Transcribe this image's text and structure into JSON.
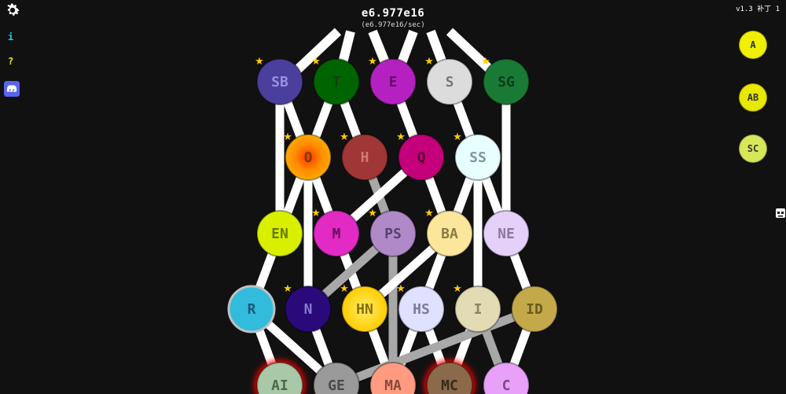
{
  "header": {
    "points": "e6.977e16",
    "per_second": "(e6.977e16/sec)"
  },
  "version": "v1.3 补丁 1",
  "sidebar": {
    "info": "i",
    "help": "?"
  },
  "side_buttons": [
    {
      "id": "A",
      "color": "#f0f000"
    },
    {
      "id": "AB",
      "color": "#e8e800"
    },
    {
      "id": "SC",
      "color": "#d6e85a"
    }
  ],
  "nodes": [
    {
      "id": "SB",
      "row": 0,
      "col": 0,
      "color": "#4b3f9e",
      "text": "#9b91e0",
      "star": true
    },
    {
      "id": "T",
      "row": 0,
      "col": 1,
      "color": "#006400",
      "text": "#1a3a1a",
      "star": true
    },
    {
      "id": "E",
      "row": 0,
      "col": 2,
      "color": "#b521c0",
      "text": "#6a0c70",
      "star": true
    },
    {
      "id": "S",
      "row": 0,
      "col": 3,
      "color": "#dcdcdc",
      "text": "#777777",
      "star": true
    },
    {
      "id": "SG",
      "row": 0,
      "col": 4,
      "color": "#197a36",
      "text": "#0a3a18",
      "star": true
    },
    {
      "id": "O",
      "row": 1,
      "col": 0,
      "color": "#ff8800",
      "text": "#7a3c00",
      "star": true,
      "glow": "radial"
    },
    {
      "id": "H",
      "row": 1,
      "col": 1,
      "color": "#a03636",
      "text": "#d07a7a",
      "star": true
    },
    {
      "id": "Q",
      "row": 1,
      "col": 2,
      "color": "#c4007a",
      "text": "#5a0038",
      "star": true
    },
    {
      "id": "SS",
      "row": 1,
      "col": 3,
      "color": "#e8ffff",
      "text": "#7a9a9a",
      "star": true
    },
    {
      "id": "EN",
      "row": 2,
      "col": 0,
      "color": "#d8f000",
      "text": "#6a7a00",
      "star": false
    },
    {
      "id": "M",
      "row": 2,
      "col": 1,
      "color": "#e22ac4",
      "text": "#6a0a5a",
      "star": true
    },
    {
      "id": "PS",
      "row": 2,
      "col": 2,
      "color": "#b08ac8",
      "text": "#5a4070",
      "star": true
    },
    {
      "id": "BA",
      "row": 2,
      "col": 3,
      "color": "#fbe69c",
      "text": "#8a7a40",
      "star": true
    },
    {
      "id": "NE",
      "row": 2,
      "col": 4,
      "color": "#e4d0f8",
      "text": "#8a7a9a",
      "star": false
    },
    {
      "id": "R",
      "row": 3,
      "col": 0,
      "color": "#33bbdd",
      "text": "#1a5a7a",
      "star": false,
      "border": "#c0c0c0"
    },
    {
      "id": "N",
      "row": 3,
      "col": 1,
      "color": "#2a0a7a",
      "text": "#8a7ad0",
      "star": true
    },
    {
      "id": "HN",
      "row": 3,
      "col": 2,
      "color": "#ffcc00",
      "text": "#8a6a00",
      "star": true,
      "glow": "radial-light"
    },
    {
      "id": "HS",
      "row": 3,
      "col": 3,
      "color": "#e0e0ff",
      "text": "#7a7a9a",
      "star": true
    },
    {
      "id": "I",
      "row": 3,
      "col": 4,
      "color": "#e2dbb4",
      "text": "#8a8460",
      "star": true
    },
    {
      "id": "ID",
      "row": 3,
      "col": 5,
      "color": "#c4a94a",
      "text": "#6a5a20",
      "star": false
    },
    {
      "id": "AI",
      "row": 4,
      "col": 0,
      "color": "#a8c8a8",
      "text": "#4a6a4a",
      "star": false,
      "red": true
    },
    {
      "id": "GE",
      "row": 4,
      "col": 1,
      "color": "#9a9a9a",
      "text": "#4a4a4a",
      "star": false
    },
    {
      "id": "MA",
      "row": 4,
      "col": 2,
      "color": "#ff9b80",
      "text": "#8a4a3a",
      "star": false
    },
    {
      "id": "MC",
      "row": 4,
      "col": 3,
      "color": "#8a6a4a",
      "text": "#3a2a1a",
      "star": false,
      "red": true
    },
    {
      "id": "C",
      "row": 4,
      "col": 4,
      "color": "#e8a0f8",
      "text": "#7a4a8a",
      "star": false
    }
  ],
  "edges": [
    [
      "SB",
      "EN",
      "w"
    ],
    [
      "SB",
      "O",
      "w"
    ],
    [
      "T",
      "O",
      "w"
    ],
    [
      "T",
      "H",
      "w"
    ],
    [
      "E",
      "Q",
      "w"
    ],
    [
      "S",
      "SS",
      "w"
    ],
    [
      "SG",
      "NE",
      "w"
    ],
    [
      "O",
      "EN",
      "w"
    ],
    [
      "O",
      "N",
      "w"
    ],
    [
      "O",
      "HN",
      "w"
    ],
    [
      "H",
      "PS",
      "g"
    ],
    [
      "Q",
      "M",
      "w"
    ],
    [
      "Q",
      "BA",
      "w"
    ],
    [
      "SS",
      "BA",
      "w"
    ],
    [
      "SS",
      "I",
      "w"
    ],
    [
      "SS",
      "NE",
      "w"
    ],
    [
      "EN",
      "R",
      "w"
    ],
    [
      "M",
      "HN",
      "w"
    ],
    [
      "PS",
      "N",
      "g"
    ],
    [
      "PS",
      "MA",
      "g"
    ],
    [
      "BA",
      "HN",
      "w"
    ],
    [
      "BA",
      "HS",
      "w"
    ],
    [
      "NE",
      "ID",
      "w"
    ],
    [
      "R",
      "AI",
      "w"
    ],
    [
      "R",
      "GE",
      "w"
    ],
    [
      "N",
      "GE",
      "w"
    ],
    [
      "HN",
      "MA",
      "w"
    ],
    [
      "HS",
      "MC",
      "w"
    ],
    [
      "HS",
      "MA",
      "w"
    ],
    [
      "I",
      "MC",
      "w"
    ],
    [
      "I",
      "C",
      "g"
    ],
    [
      "ID",
      "C",
      "w"
    ],
    [
      "ID",
      "GE",
      "g"
    ]
  ]
}
